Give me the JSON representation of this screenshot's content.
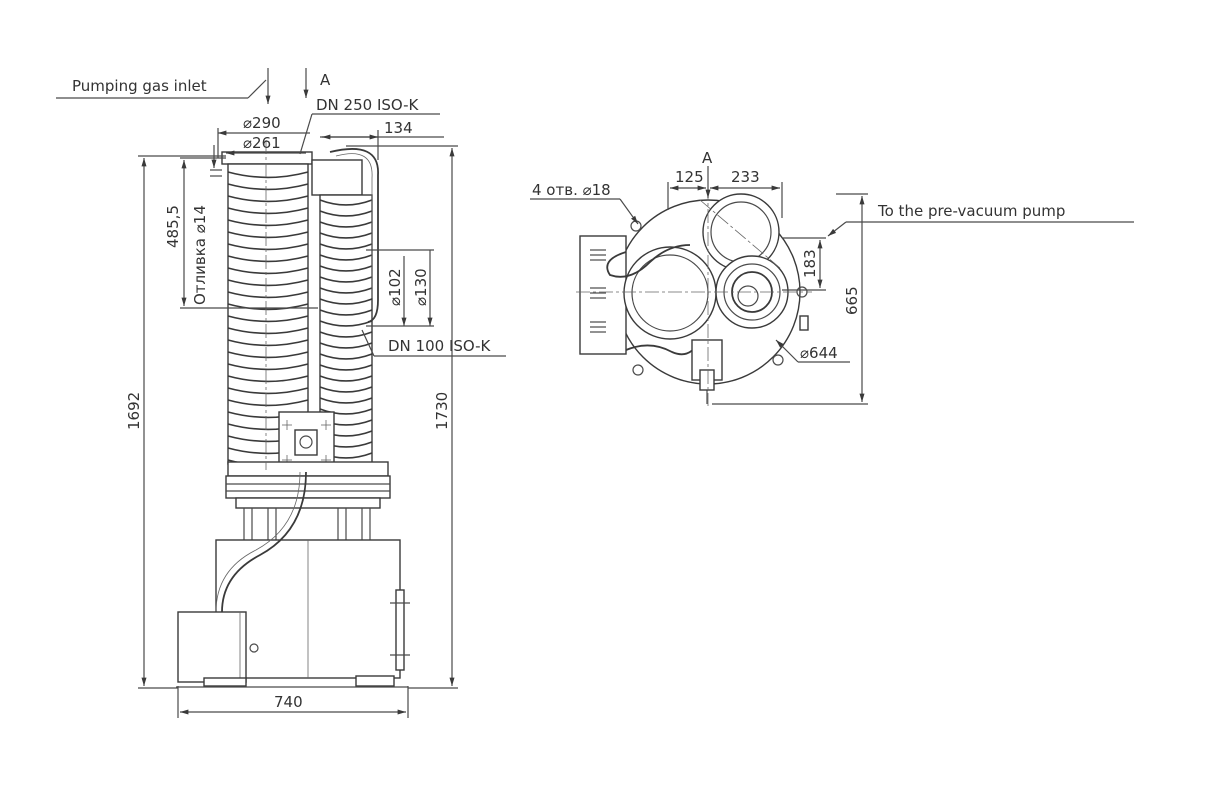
{
  "labels": {
    "pumping_gas_inlet": "Pumping gas inlet",
    "view_a_top": "A",
    "dn250": "DN 250 ISO-K",
    "d290": "⌀290",
    "d261": "⌀261",
    "dim134": "134",
    "dim4855": "485,5",
    "otlivka": "Отливка ⌀14",
    "d102": "⌀102",
    "d130": "⌀130",
    "dn100": "DN 100 ISO-K",
    "dim1692": "1692",
    "dim1730": "1730",
    "dim740": "740",
    "view_a_plan": "A",
    "holes": "4 отв. ⌀18",
    "dim125": "125",
    "dim233": "233",
    "prevac": "To the pre-vacuum pump",
    "dim183": "183",
    "dim665": "665",
    "d644": "⌀644"
  },
  "colors": {
    "line": "#3a3a3a",
    "background": "#ffffff"
  }
}
